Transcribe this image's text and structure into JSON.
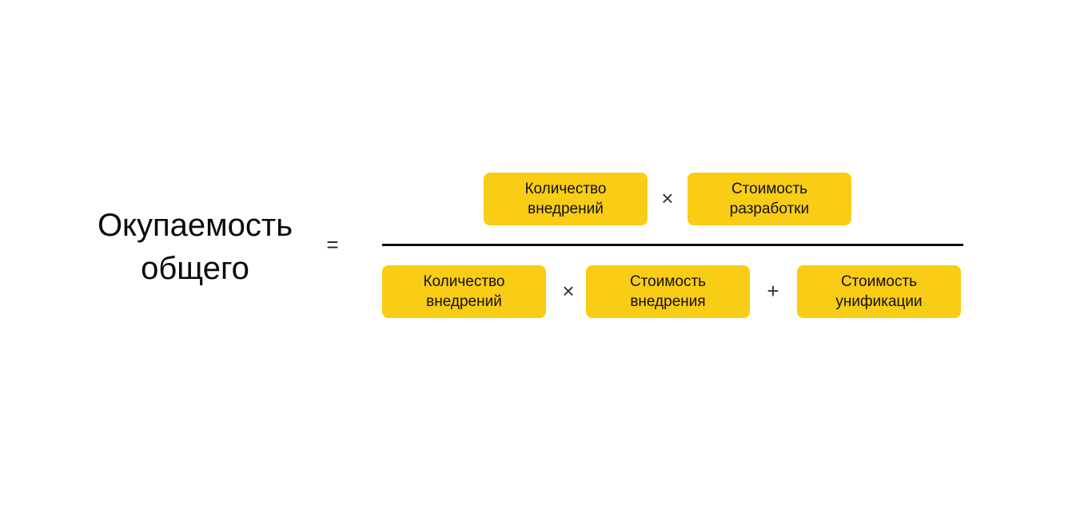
{
  "lhs": {
    "line1": "Окупаемость",
    "line2": "общего"
  },
  "equals": "=",
  "numerator": {
    "term1": {
      "line1": "Количество",
      "line2": "внедрений"
    },
    "op1": "×",
    "term2": {
      "line1": "Стоимость",
      "line2": "разработки"
    }
  },
  "denominator": {
    "term1": {
      "line1": "Количество",
      "line2": "внедрений"
    },
    "op1": "×",
    "term2": {
      "line1": "Стоимость",
      "line2": "внедрения"
    },
    "op2": "+",
    "term3": {
      "line1": "Стоимость",
      "line2": "унификации"
    }
  },
  "colors": {
    "box_fill": "#f9cc15",
    "text": "#111111",
    "fraction_line": "#111111"
  }
}
